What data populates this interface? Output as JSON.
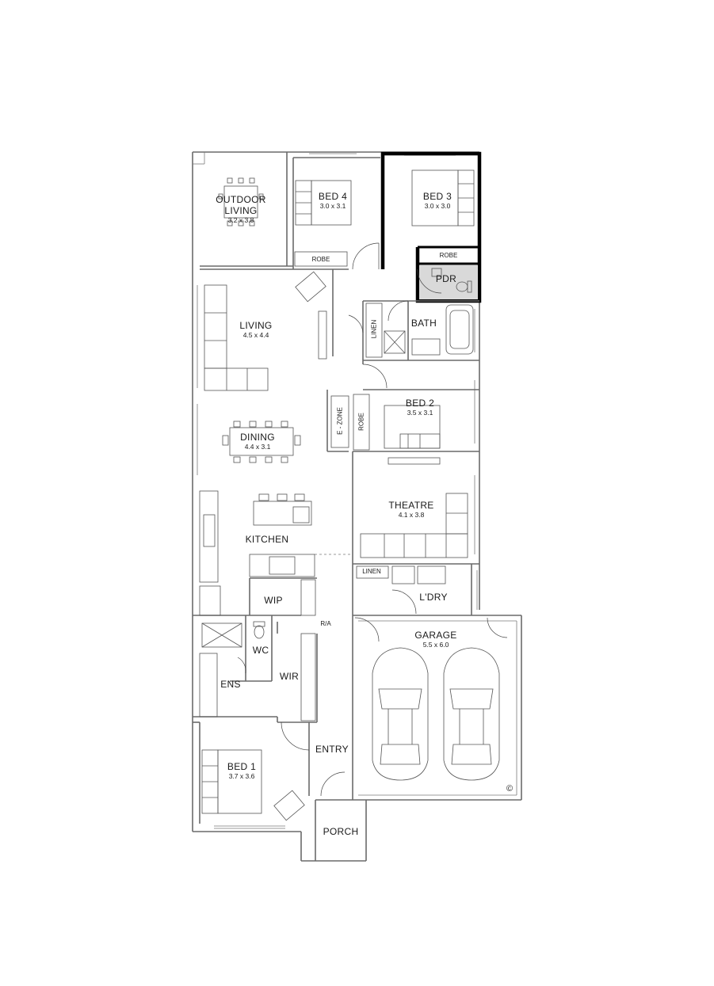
{
  "rooms": [
    {
      "key": "outdoor",
      "name": "OUTDOOR\nLIVING",
      "dims": "3.2 x 3.8"
    },
    {
      "key": "bed4",
      "name": "BED 4",
      "dims": "3.0 x 3.1"
    },
    {
      "key": "bed3",
      "name": "BED 3",
      "dims": "3.0 x 3.0"
    },
    {
      "key": "living",
      "name": "LIVING",
      "dims": "4.5 x 4.4"
    },
    {
      "key": "bath",
      "name": "BATH",
      "dims": ""
    },
    {
      "key": "bed2",
      "name": "BED 2",
      "dims": "3.5 x 3.1"
    },
    {
      "key": "dining",
      "name": "DINING",
      "dims": "4.4 x 3.1"
    },
    {
      "key": "theatre",
      "name": "THEATRE",
      "dims": "4.1 x 3.8"
    },
    {
      "key": "kitchen",
      "name": "KITCHEN",
      "dims": ""
    },
    {
      "key": "wip",
      "name": "WIP",
      "dims": ""
    },
    {
      "key": "ldry",
      "name": "L'DRY",
      "dims": ""
    },
    {
      "key": "garage",
      "name": "GARAGE",
      "dims": "5.5 x 6.0"
    },
    {
      "key": "wc",
      "name": "WC",
      "dims": ""
    },
    {
      "key": "ens",
      "name": "ENS",
      "dims": ""
    },
    {
      "key": "wir",
      "name": "WIR",
      "dims": ""
    },
    {
      "key": "entry",
      "name": "ENTRY",
      "dims": ""
    },
    {
      "key": "bed1",
      "name": "BED 1",
      "dims": "3.7 x 3.6"
    },
    {
      "key": "porch",
      "name": "PORCH",
      "dims": ""
    }
  ],
  "fixtures": {
    "robe_bed4": "ROBE",
    "robe_bed3": "ROBE",
    "pdr": "PDR",
    "linen_bath": "LINEN",
    "ezone": "E - ZONE",
    "robe_bed2": "ROBE",
    "linen_ldry": "LINEN",
    "ra": "R/A",
    "copyright": "©"
  }
}
